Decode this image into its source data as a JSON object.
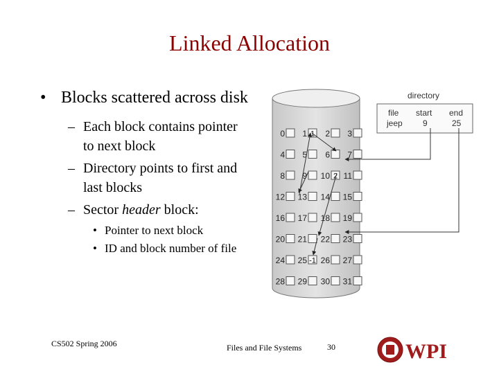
{
  "slide": {
    "title": "Linked Allocation",
    "bullets": [
      {
        "level": 1,
        "text": "Blocks scattered across disk"
      },
      {
        "level": 2,
        "text": "Each block contains pointer to next block"
      },
      {
        "level": 2,
        "text": "Directory points to first and last blocks"
      },
      {
        "level": 2,
        "prefix": "Sector ",
        "emph": "header",
        "suffix": " block:"
      },
      {
        "level": 3,
        "text": "Pointer to next block"
      },
      {
        "level": 3,
        "text": "ID and block number of file"
      }
    ],
    "footer": {
      "course": "CS502 Spring 2006",
      "topic": "Files and File Systems",
      "page": "30",
      "logo_text": "WPI"
    }
  },
  "figure": {
    "directory_title": "directory",
    "headers": [
      "file",
      "start",
      "end"
    ],
    "entry": [
      "jeep",
      "9",
      "25"
    ],
    "blocks": [
      "0",
      "1",
      "2",
      "3",
      "4",
      "5",
      "6",
      "7",
      "8",
      "9",
      "10",
      "11",
      "12",
      "13",
      "14",
      "15",
      "16",
      "17",
      "18",
      "19",
      "20",
      "21",
      "22",
      "23",
      "24",
      "25",
      "26",
      "27",
      "28",
      "29",
      "30",
      "31"
    ],
    "pointers": {
      "1": "1",
      "10": "2",
      "25": "-1"
    },
    "colors": {
      "title": "#8b0000",
      "logo": "#a01c1c"
    }
  }
}
